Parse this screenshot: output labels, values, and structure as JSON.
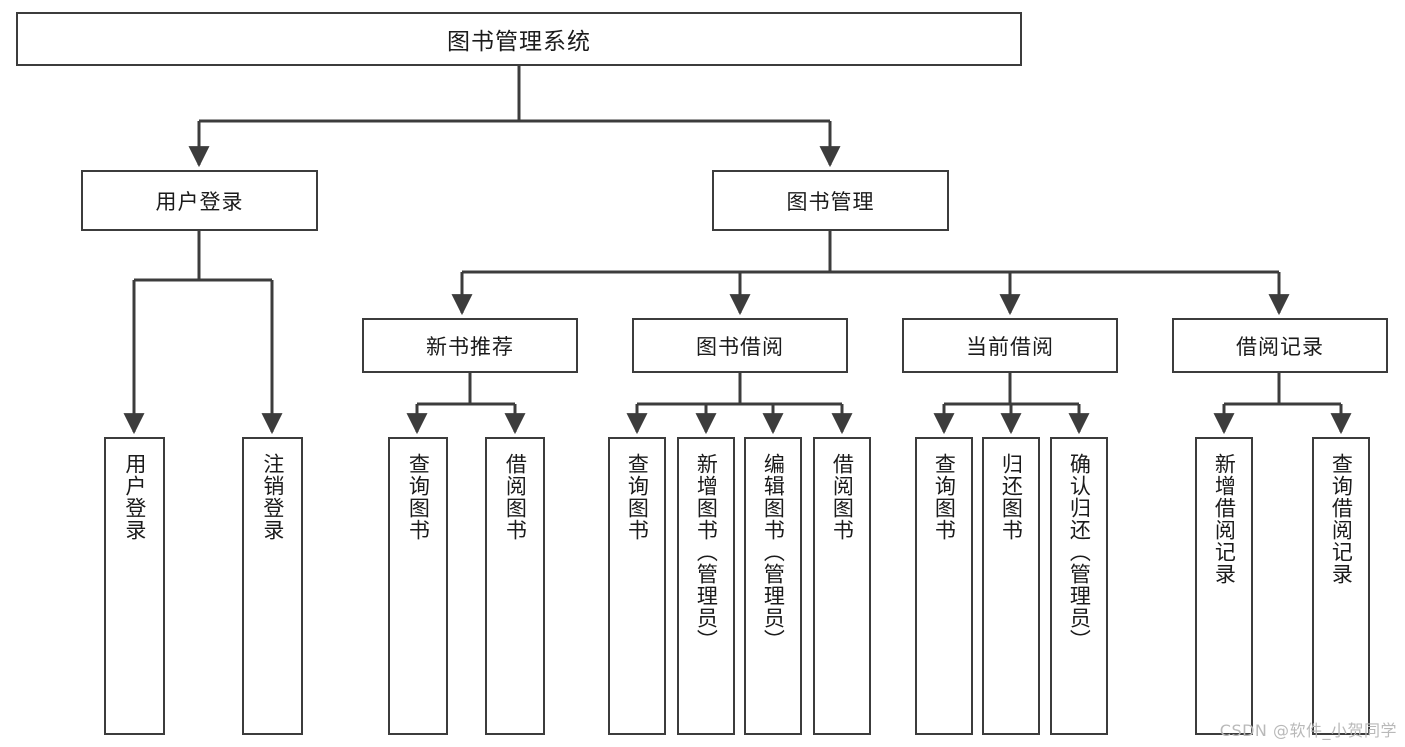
{
  "diagram": {
    "type": "tree-hierarchy",
    "title": "图书管理系统",
    "background_color": "#ffffff",
    "line_color": "#3c3c3c",
    "box_border_color": "#3c3c3c",
    "box_fill_color": "#ffffff",
    "text_color": "#1b1b1b"
  },
  "root": {
    "label": "图书管理系统"
  },
  "level2": [
    {
      "label": "用户登录"
    },
    {
      "label": "图书管理"
    }
  ],
  "level3": [
    {
      "label": "新书推荐"
    },
    {
      "label": "图书借阅"
    },
    {
      "label": "当前借阅"
    },
    {
      "label": "借阅记录"
    }
  ],
  "leaves": {
    "user_login": [
      {
        "label": "用户登录"
      },
      {
        "label": "注销登录"
      }
    ],
    "new_book_recommend": [
      {
        "label": "查询图书"
      },
      {
        "label": "借阅图书"
      }
    ],
    "book_borrow": [
      {
        "label": "查询图书"
      },
      {
        "label": "新增图书（管理员）"
      },
      {
        "label": "编辑图书（管理员）"
      },
      {
        "label": "借阅图书"
      }
    ],
    "current_borrow": [
      {
        "label": "查询图书"
      },
      {
        "label": "归还图书"
      },
      {
        "label": "确认归还（管理员）"
      }
    ],
    "borrow_record": [
      {
        "label": "新增借阅记录"
      },
      {
        "label": "查询借阅记录"
      }
    ]
  },
  "watermark": {
    "text": "CSDN @软件_小贺同学"
  }
}
